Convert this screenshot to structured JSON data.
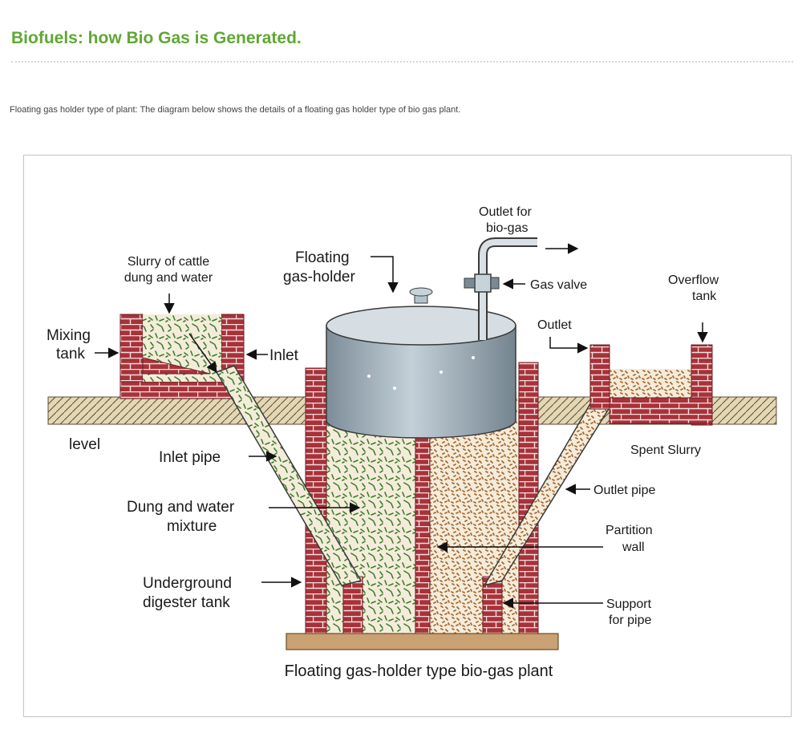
{
  "page": {
    "title": "Biofuels: how Bio Gas is Generated.",
    "intro": "Floating gas holder type of plant: The diagram below shows the details of a floating gas holder type of bio gas plant."
  },
  "diagram": {
    "caption": "Floating gas-holder type bio-gas plant",
    "labels": {
      "slurry_l1": "Slurry of cattle",
      "slurry_l2": "dung and water",
      "mixing_l1": "Mixing",
      "mixing_l2": "tank",
      "inlet": "Inlet",
      "floating_l1": "Floating",
      "floating_l2": "gas-holder",
      "outlet_biogas_l1": "Outlet for",
      "outlet_biogas_l2": "bio-gas",
      "gas_valve": "Gas valve",
      "overflow_l1": "Overflow",
      "overflow_l2": "tank",
      "outlet": "Outlet",
      "level": "level",
      "spent_slurry": "Spent Slurry",
      "inlet_pipe": "Inlet pipe",
      "outlet_pipe": "Outlet pipe",
      "dung_l1": "Dung and water",
      "dung_l2": "mixture",
      "partition_l1": "Partition",
      "partition_l2": "wall",
      "underground_l1": "Underground",
      "underground_l2": "digester tank",
      "support_l1": "Support",
      "support_l2": "for pipe"
    },
    "colors": {
      "brick": "#a8323a",
      "mortar": "#f3dede",
      "ground": "#e3d7b4",
      "soil_hatch": "#5a4c38",
      "slurry": "#f4ecdb",
      "fresh_fleck": "#3b7d28",
      "spent_fleck": "#a8662e",
      "drum": "#9fb0bb",
      "drum_top": "#d6dee3",
      "base": "#c9a172"
    }
  }
}
